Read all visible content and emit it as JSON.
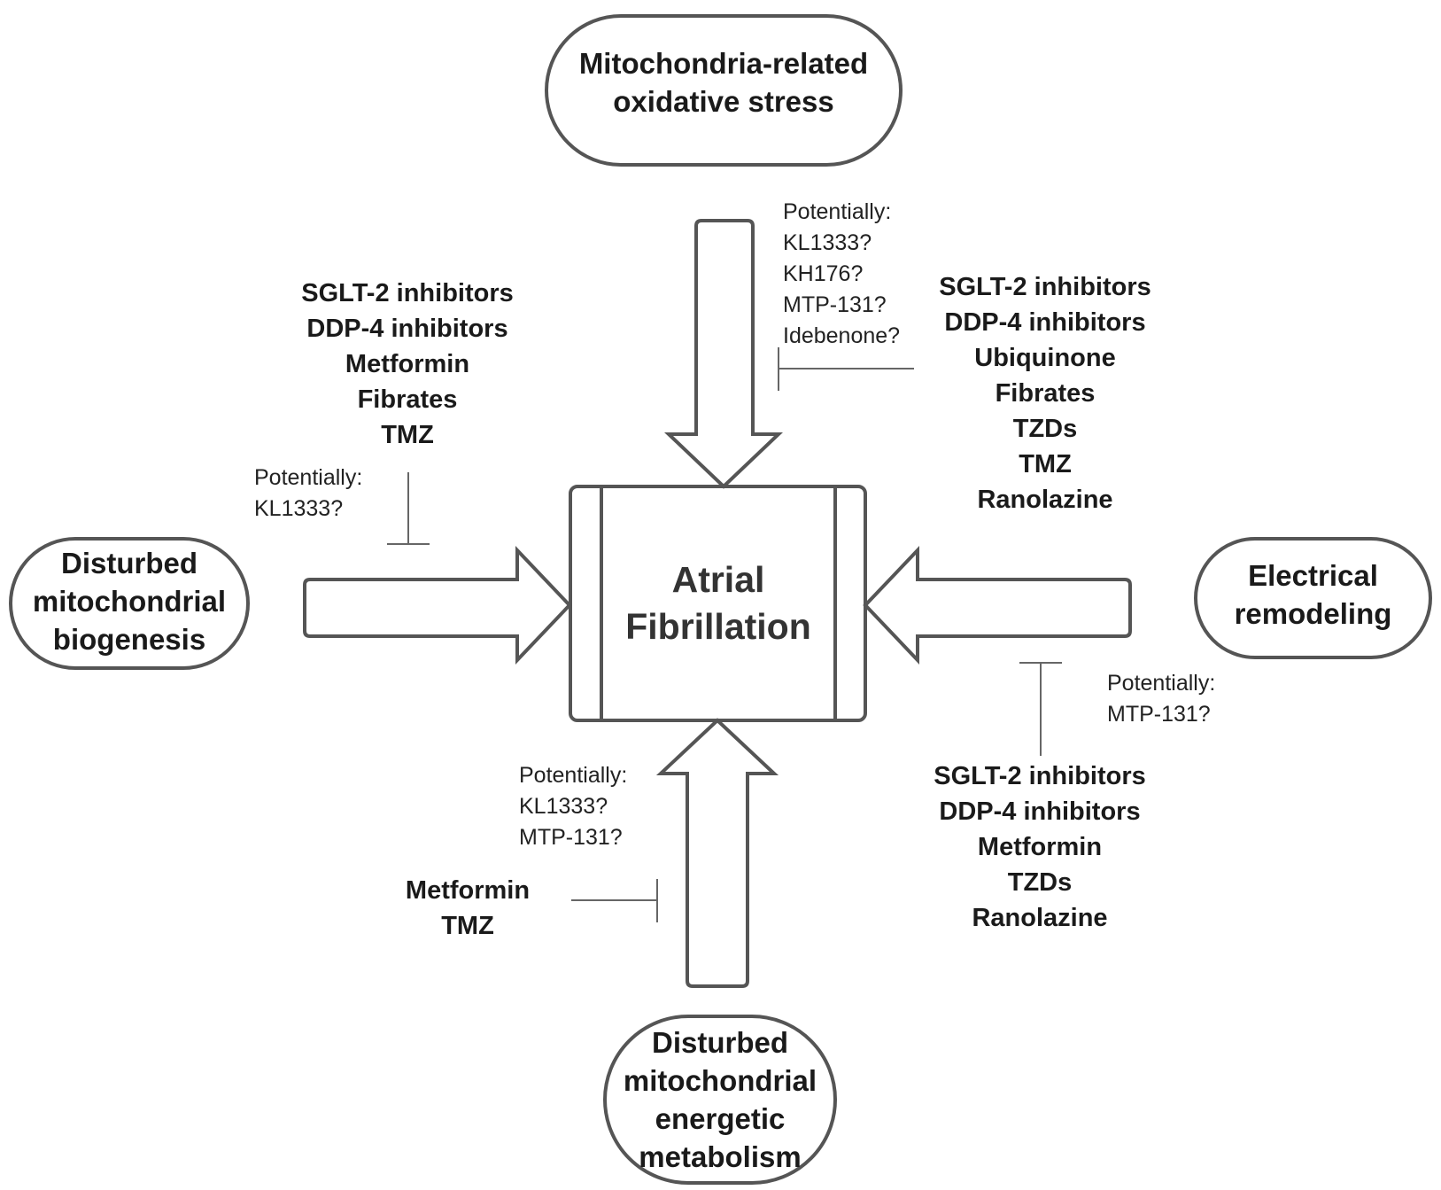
{
  "center": {
    "lines": [
      "Atrial",
      "Fibrillation"
    ]
  },
  "nodes": {
    "top": [
      "Mitochondria-related",
      "oxidative stress"
    ],
    "left": [
      "Disturbed",
      "mitochondrial",
      "biogenesis"
    ],
    "right": [
      "Electrical",
      "remodeling"
    ],
    "bottom": [
      "Disturbed",
      "mitochondrial",
      "energetic",
      "metabolism"
    ]
  },
  "drugs": {
    "top": [
      "SGLT-2 inhibitors",
      "DDP-4 inhibitors",
      "Ubiquinone",
      "Fibrates",
      "TZDs",
      "TMZ",
      "Ranolazine"
    ],
    "left": [
      "SGLT-2 inhibitors",
      "DDP-4 inhibitors",
      "Metformin",
      "Fibrates",
      "TMZ"
    ],
    "right": [
      "SGLT-2 inhibitors",
      "DDP-4 inhibitors",
      "Metformin",
      "TZDs",
      "Ranolazine"
    ],
    "bottom": [
      "Metformin",
      "TMZ"
    ]
  },
  "potential": {
    "top": [
      "Potentially:",
      "KL1333?",
      "KH176?",
      "MTP-131?",
      "Idebenone?"
    ],
    "left": [
      "Potentially:",
      "KL1333?"
    ],
    "right": [
      "Potentially:",
      "MTP-131?"
    ],
    "bottom": [
      "Potentially:",
      "KL1333?",
      "MTP-131?"
    ]
  }
}
